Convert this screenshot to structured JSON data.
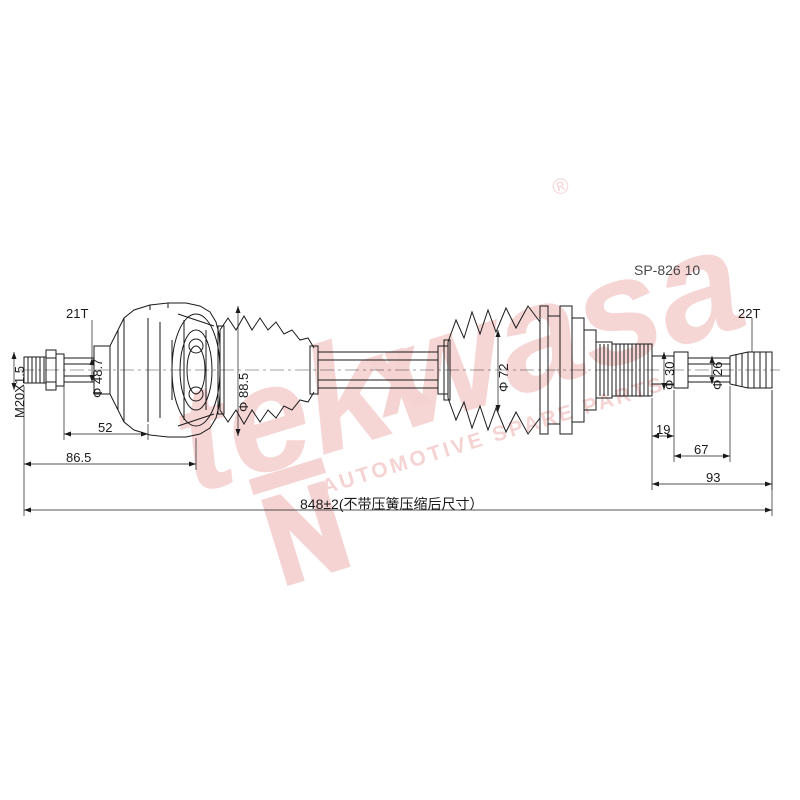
{
  "drawing": {
    "title_code": "SP-826 10",
    "part_type": "drive-shaft-technical-drawing",
    "labels": {
      "thread_left": "M20X1.5",
      "spline_left": "21T",
      "spline_right": "22T",
      "dia_48_7": "Φ 48.7",
      "dia_88_5": "Φ 88.5",
      "dia_72": "Φ 72",
      "dia_30": "Φ 30",
      "dia_26": "Φ 26",
      "len_52": "52",
      "len_86_5": "86.5",
      "len_19": "19",
      "len_67": "67",
      "len_93": "93",
      "overall": "848±2(不带压簧压缩后尺寸）"
    }
  },
  "watermark": {
    "brand": "tekwasa",
    "tagline": "AUTOMOTIVE SPARE PARTS",
    "registered_mark": "®",
    "color": "#f0b9b9",
    "color_strong": "#e79a9a"
  },
  "colors": {
    "line": "#1a1a1a",
    "background": "#ffffff"
  }
}
